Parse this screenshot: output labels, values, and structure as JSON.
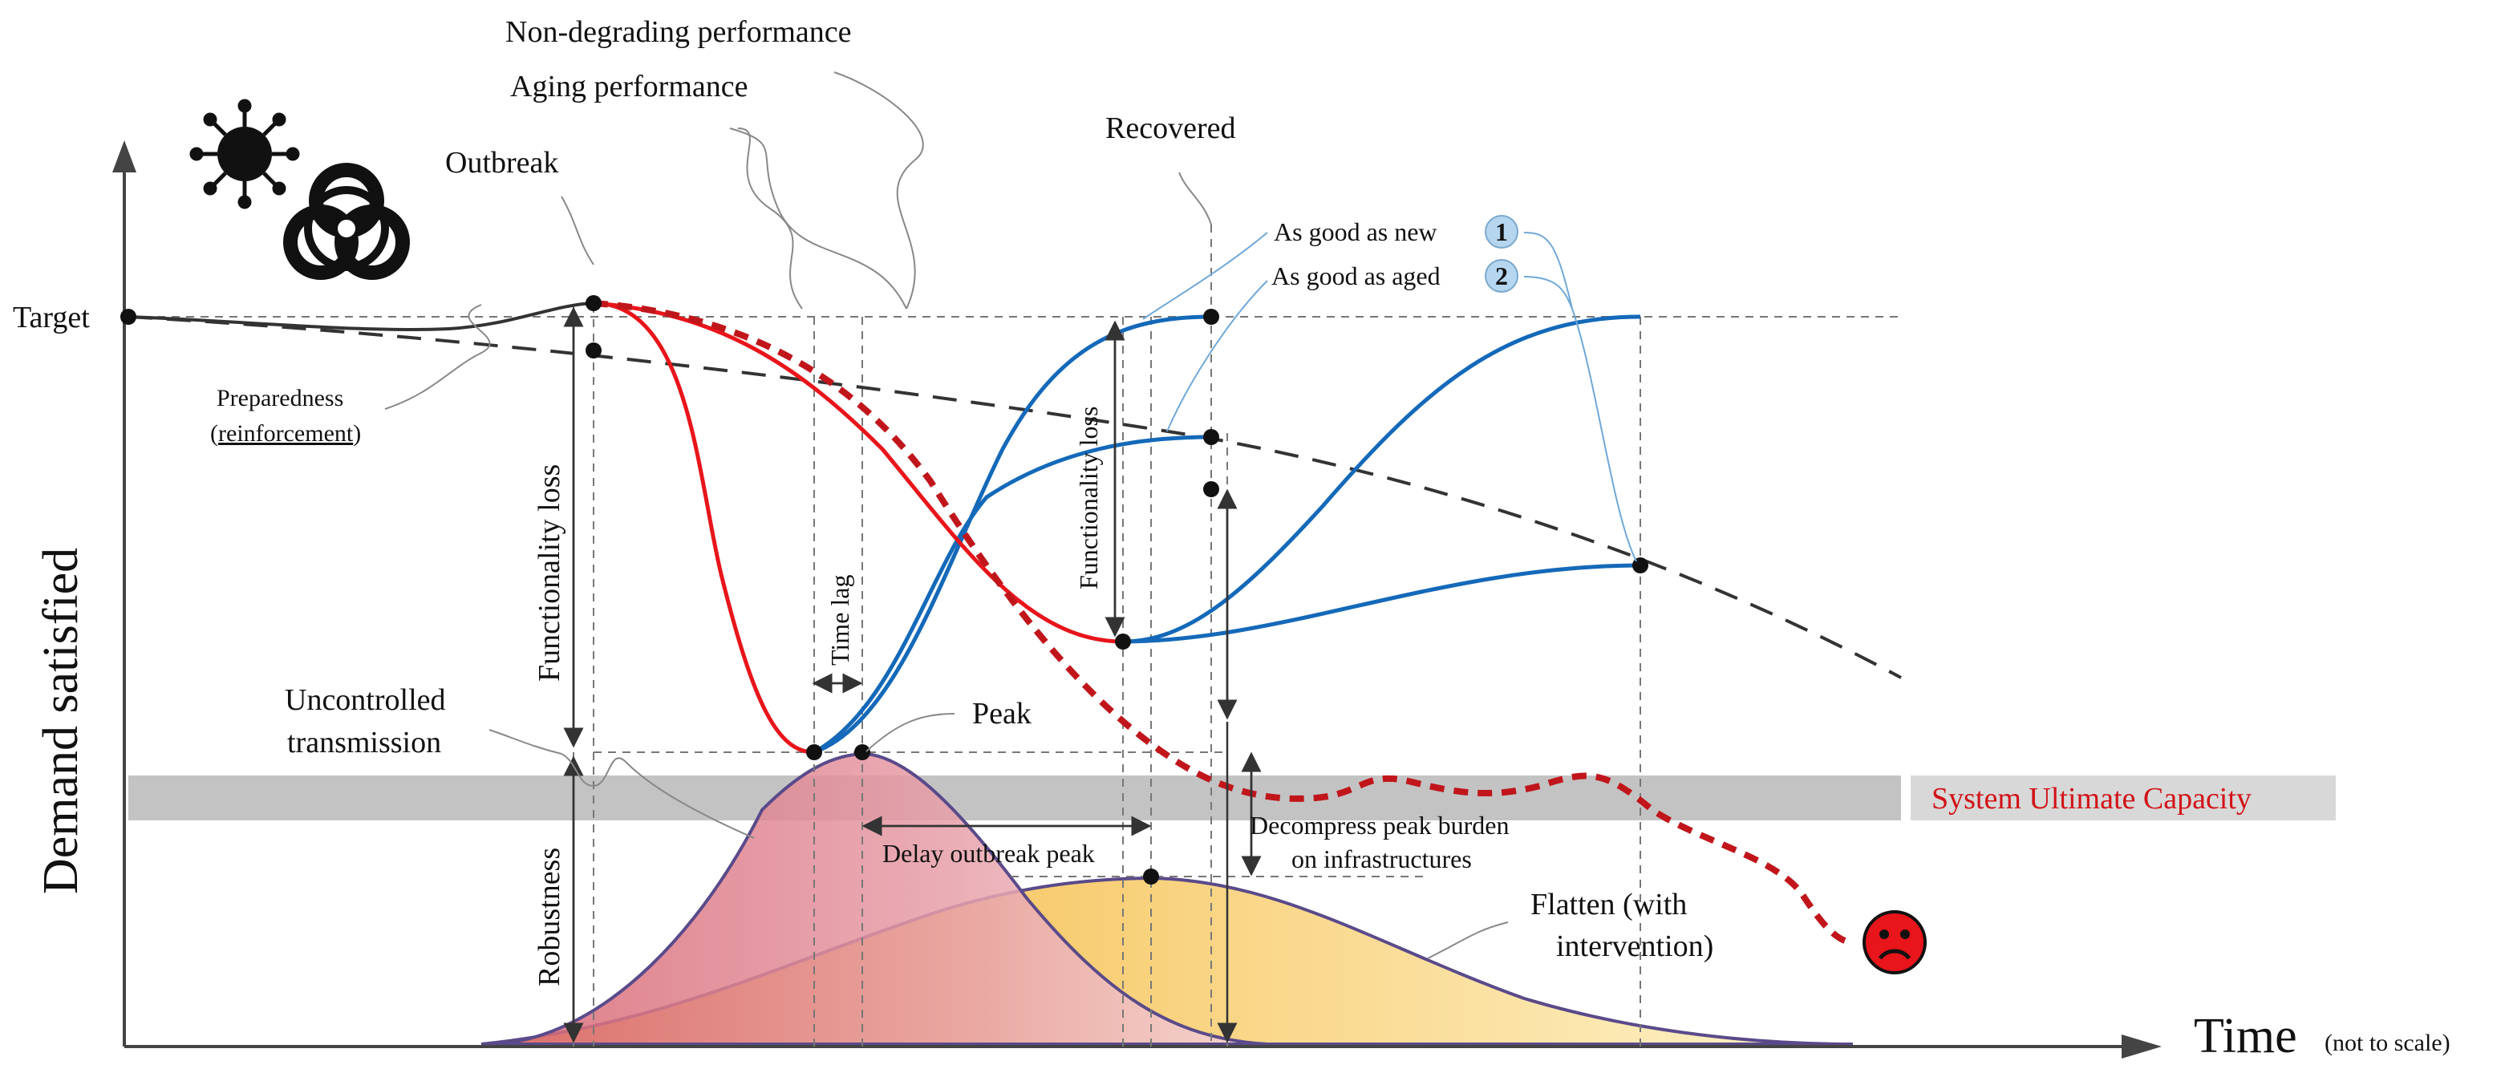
{
  "axes": {
    "y_label": "Demand satisfied",
    "x_label": "Time",
    "x_label_note": "(not to scale)",
    "target_label": "Target"
  },
  "labels": {
    "non_degrading": "Non-degrading performance",
    "aging": "Aging performance",
    "outbreak": "Outbreak",
    "recovered": "Recovered",
    "as_good_as_new": "As good as new",
    "as_good_as_aged": "As good as aged",
    "badge_1": "1",
    "badge_2": "2",
    "preparedness": "Preparedness",
    "reinforcement": "reinforcement",
    "functionality_loss_left": "Functionality loss",
    "functionality_loss_right": "Functionality loss",
    "time_lag": "Time lag",
    "uncontrolled_1": "Uncontrolled",
    "uncontrolled_2": "transmission",
    "peak": "Peak",
    "system_capacity": "System Ultimate Capacity",
    "robustness": "Robustness",
    "delay_peak": "Delay outbreak peak",
    "decompress_1": "Decompress peak burden",
    "decompress_2": "on infrastructures",
    "flatten_1": "Flatten (with",
    "flatten_2": "intervention)"
  },
  "colors": {
    "red_curve": "#e8151b",
    "blue_curve": "#1469b9",
    "dashed_red": "#c0161b",
    "aging_line": "#333333",
    "capacity_band": "#bdbdbd",
    "capacity_text": "#d11218",
    "badge_fill": "#b5d6ee",
    "peak_red": "#e27a87",
    "peak_yellow": "#f5b24a",
    "curve_outline": "#5a4a8a"
  },
  "icons": [
    "virus-icon",
    "biohazard-icon",
    "sad-face-icon"
  ]
}
